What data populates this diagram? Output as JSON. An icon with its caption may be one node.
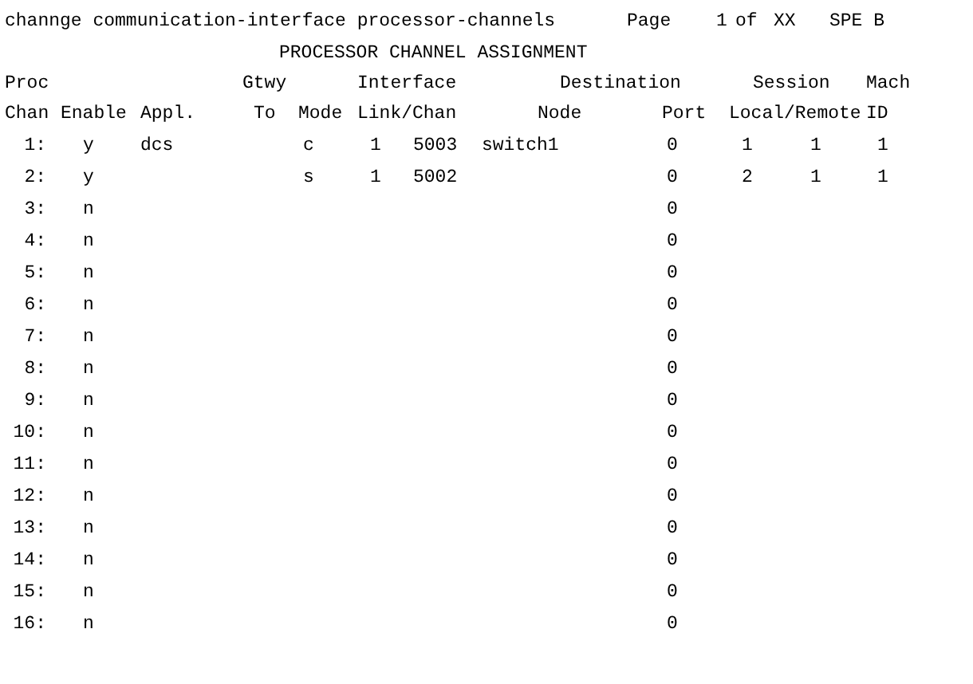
{
  "diagram": {
    "labels": [
      "channge communication-interface processor-channels",
      "Page",
      "1",
      "of",
      "XX",
      "SPE B",
      "PROCESSOR CHANNEL ASSIGNMENT",
      "Proc",
      "Gtwy",
      "Interface",
      "Destination",
      "Session",
      "Mach",
      "Chan",
      "Enable",
      "Appl.",
      "To",
      "Mode",
      "Link/Chan",
      "Node",
      "Port",
      "Local/Remote",
      "ID",
      "1:",
      "y",
      "dcs",
      "c",
      "1",
      "5003",
      "switch1",
      "0",
      "1",
      "1",
      "1",
      "2:",
      "y",
      "s",
      "1",
      "5002",
      "0",
      "2",
      "1",
      "1",
      "3:",
      "n",
      "0",
      "4:",
      "n",
      "0",
      "5:",
      "n",
      "0",
      "6:",
      "n",
      "0",
      "7:",
      "n",
      "0",
      "8:",
      "n",
      "0",
      "9:",
      "n",
      "0",
      "10:",
      "n",
      "0",
      "11:",
      "n",
      "0",
      "12:",
      "n",
      "0",
      "13:",
      "n",
      "0",
      "14:",
      "n",
      "0",
      "15:",
      "n",
      "0",
      "16:",
      "n",
      "0"
    ]
  }
}
